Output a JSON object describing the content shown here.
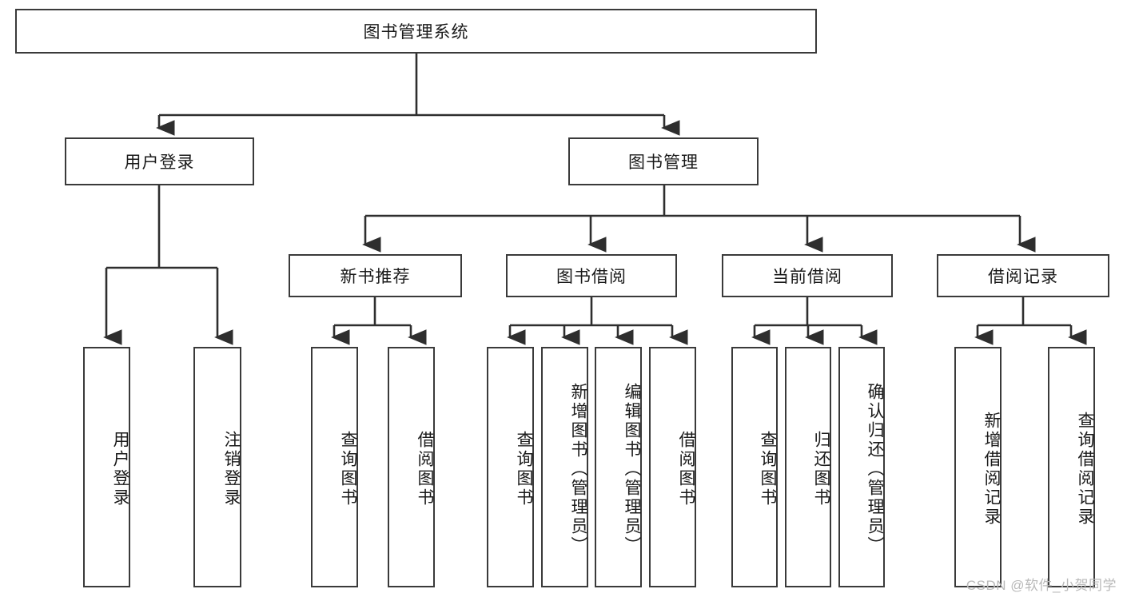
{
  "diagram": {
    "type": "tree-hierarchy",
    "title": "图书管理系统",
    "root": {
      "id": "root",
      "label": "图书管理系统"
    },
    "level2": [
      {
        "id": "user-login",
        "label": "用户登录"
      },
      {
        "id": "book-manage",
        "label": "图书管理"
      }
    ],
    "level3": [
      {
        "id": "new-book-rec",
        "label": "新书推荐",
        "parent": "book-manage"
      },
      {
        "id": "book-borrow",
        "label": "图书借阅",
        "parent": "book-manage"
      },
      {
        "id": "current-borrow",
        "label": "当前借阅",
        "parent": "book-manage"
      },
      {
        "id": "borrow-record",
        "label": "借阅记录",
        "parent": "book-manage"
      }
    ],
    "leaves": {
      "user-login": [
        {
          "id": "leaf-user-login",
          "label": "用户登录"
        },
        {
          "id": "leaf-logout",
          "label": "注销登录"
        }
      ],
      "new-book-rec": [
        {
          "id": "leaf-query-book-1",
          "label": "查询图书"
        },
        {
          "id": "leaf-borrow-book-1",
          "label": "借阅图书"
        }
      ],
      "book-borrow": [
        {
          "id": "leaf-query-book-2",
          "label": "查询图书"
        },
        {
          "id": "leaf-add-book",
          "label": "新增图书（管理员）"
        },
        {
          "id": "leaf-edit-book",
          "label": "编辑图书（管理员）"
        },
        {
          "id": "leaf-borrow-book-2",
          "label": "借阅图书"
        }
      ],
      "current-borrow": [
        {
          "id": "leaf-query-book-3",
          "label": "查询图书"
        },
        {
          "id": "leaf-return-book",
          "label": "归还图书"
        },
        {
          "id": "leaf-confirm-return",
          "label": "确认归还（管理员）"
        }
      ],
      "borrow-record": [
        {
          "id": "leaf-add-record",
          "label": "新增借阅记录"
        },
        {
          "id": "leaf-query-record",
          "label": "查询借阅记录"
        }
      ]
    }
  },
  "watermark": {
    "text": "CSDN @软件_小贺同学"
  },
  "colors": {
    "background": "#ffffff",
    "box_border": "#3a3a3a",
    "connector": "#2e2e2e",
    "text": "#1a1a1a",
    "watermark": "#b9b9b9"
  }
}
